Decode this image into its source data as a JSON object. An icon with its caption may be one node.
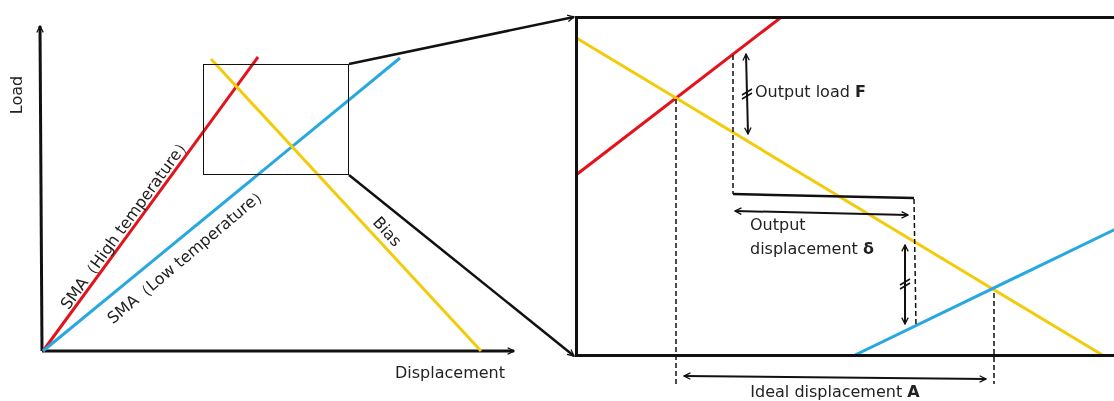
{
  "diagram": {
    "nodes": [
      {
        "text": [],
        "shape": "box"
      },
      {
        "text": [],
        "shape": "box"
      }
    ],
    "edges": [
      {
        "from": 0,
        "to": 1,
        "arrow": "to"
      },
      {
        "from": 0,
        "to": 1,
        "arrow": "to"
      }
    ],
    "labels": [
      "Load",
      "SMA（High temperature）",
      "SMA（Low temperature）",
      "Bias",
      "Displacement",
      "Output load **F**",
      "Output displacement **δ**",
      "Ideal displacement **A**"
    ]
  }
}
